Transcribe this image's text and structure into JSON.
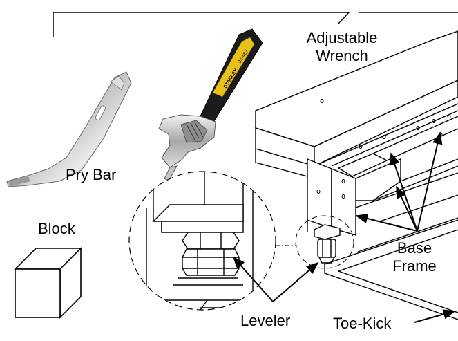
{
  "labels": {
    "adjustable_wrench": [
      "Adjustable",
      "Wrench"
    ],
    "pry_bar": "Pry Bar",
    "block": "Block",
    "leveler": "Leveler",
    "base_frame": [
      "Base",
      "Frame"
    ],
    "toe_kick": "Toe-Kick"
  },
  "wrench_brand": "STANLEY",
  "wrench_model": "93-467",
  "colors": {
    "line": "#000000",
    "wrench_handle": "#1a1a1a",
    "wrench_label": "#e8c21a",
    "metal_light": "#e6e6e6",
    "metal_mid": "#b9b9b9",
    "metal_dark": "#7a7a7a"
  }
}
